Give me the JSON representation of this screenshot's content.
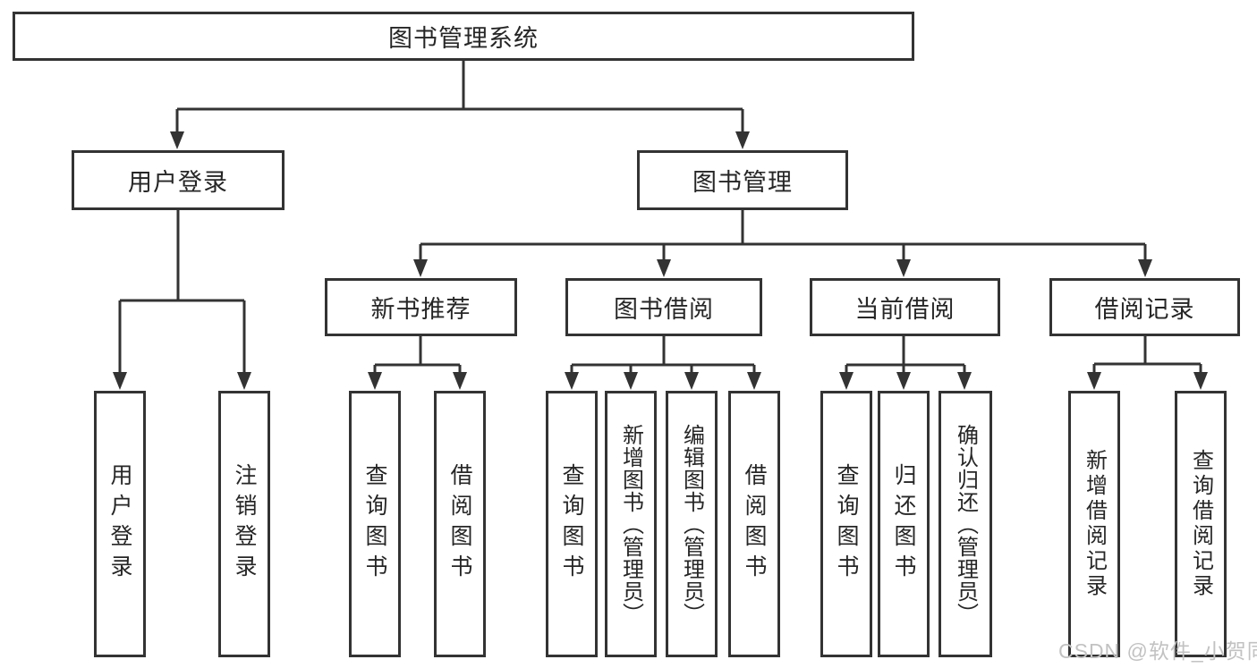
{
  "diagram": {
    "title": "图书管理系统",
    "root": {
      "label": "图书管理系统"
    },
    "level2": [
      {
        "label": "用户登录"
      },
      {
        "label": "图书管理"
      }
    ],
    "level3": [
      {
        "label": "新书推荐"
      },
      {
        "label": "图书借阅"
      },
      {
        "label": "当前借阅"
      },
      {
        "label": "借阅记录"
      }
    ],
    "leaves": [
      {
        "label": "用户登录",
        "parent": "用户登录"
      },
      {
        "label": "注销登录",
        "parent": "用户登录"
      },
      {
        "label": "查询图书",
        "parent": "新书推荐"
      },
      {
        "label": "借阅图书",
        "parent": "新书推荐"
      },
      {
        "label": "查询图书",
        "parent": "图书借阅"
      },
      {
        "label": "新增图书（管理员）",
        "parent": "图书借阅"
      },
      {
        "label": "编辑图书（管理员）",
        "parent": "图书借阅"
      },
      {
        "label": "借阅图书",
        "parent": "图书借阅"
      },
      {
        "label": "查询图书",
        "parent": "当前借阅"
      },
      {
        "label": "归还图书",
        "parent": "当前借阅"
      },
      {
        "label": "确认归还（管理员）",
        "parent": "当前借阅"
      },
      {
        "label": "新增借阅记录",
        "parent": "借阅记录"
      },
      {
        "label": "查询借阅记录",
        "parent": "借阅记录"
      }
    ]
  },
  "watermark": {
    "text": "CSDN @软件_小贺同学"
  },
  "colors": {
    "line": "#333333",
    "text": "#262626",
    "watermark": "#c2c2c2",
    "background": "#ffffff"
  }
}
